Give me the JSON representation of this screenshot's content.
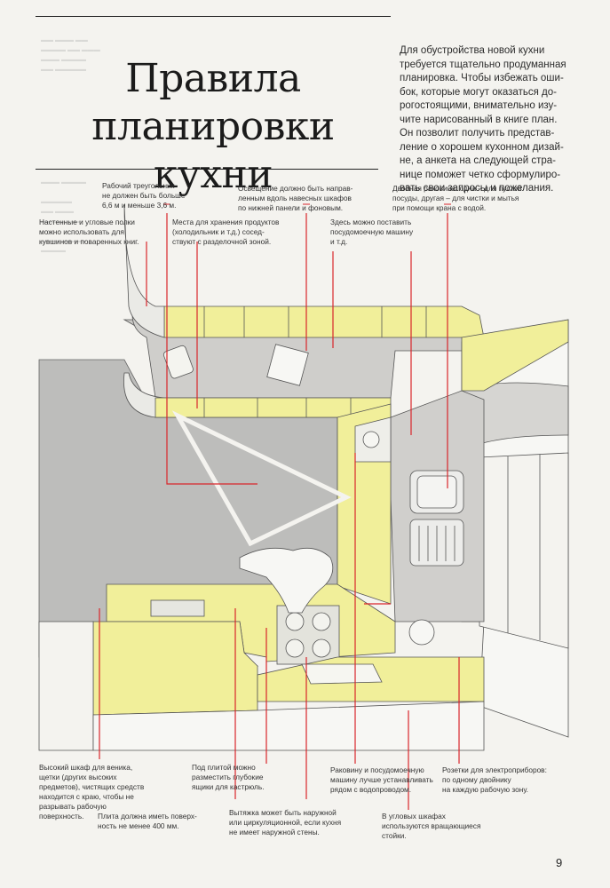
{
  "title": {
    "line1": "Правила планировки",
    "line2": "кухни"
  },
  "intro": {
    "lines": [
      "Для обустройства новой кухни",
      "требуется тщательно продуманная",
      "планировка. Чтобы избежать оши-",
      "бок, которые могут оказаться до-",
      "рогостоящими, внимательно изу-",
      "чите нарисованный в книге план.",
      "Он позволит получить представ-",
      "ление о хорошем кухонном дизай-",
      "не, а анкета на следующей стра-",
      "нице поможет четко сформулиро-",
      "вать свои запросы и пожелания."
    ]
  },
  "notes_top": {
    "triangle": [
      "Рабочий треугольник",
      "не должен быть больше",
      "6,6 м и меньше 3,6 м."
    ],
    "lighting": [
      "Освещение должно быть направ-",
      "ленным вдоль навесных шкафов",
      "по нижней панели и фоновым."
    ],
    "sink": [
      "Двойная раковина: одна – для пустой",
      "посуды, другая – для чистки и мытья",
      "при помощи крана с водой."
    ],
    "shelves": [
      "Настенные и угловые полки",
      "можно использовать для",
      "кувшинов и поваренных книг."
    ],
    "storage": [
      "Места для хранения продуктов",
      "(холодильник и т.д.) сосед-",
      "ствуют с разделочной зоной."
    ],
    "dishwasher": [
      "Здесь можно поставить",
      "посудомоечную машину",
      "и т.д."
    ]
  },
  "notes_bottom": {
    "broom": [
      "Высокий шкаф для веника,",
      "щетки (других высоких",
      "предметов), чистящих средств",
      "находится с краю, чтобы не",
      "разрывать рабочую",
      "поверхность."
    ],
    "under_stove": [
      "Под плитой можно",
      "разместить глубокие",
      "ящики для кастрюль."
    ],
    "sink_dishwasher": [
      "Раковину и посудомоечную",
      "машину лучше устанавливать",
      "рядом с водопроводом."
    ],
    "sockets": [
      "Розетки для электроприборов:",
      "по одному двойнику",
      "на каждую рабочую зону."
    ],
    "stove_surface": [
      "Плита должна иметь поверх-",
      "ность не менее 400 мм."
    ],
    "hood": [
      "Вытяжка может быть наружной",
      "или циркуляционной, если кухня",
      "не имеет наружной стены."
    ],
    "corner": [
      "В угловых шкафах",
      "используются вращающиеся",
      "стойки."
    ]
  },
  "page_number": "9",
  "colors": {
    "accent_red": "#d9262b",
    "cabinet_yellow": "#f1ef9a",
    "counter_gray": "#c9c8c5",
    "floor_gray": "#bdbdbb",
    "page_bg": "#f4f3ef"
  }
}
